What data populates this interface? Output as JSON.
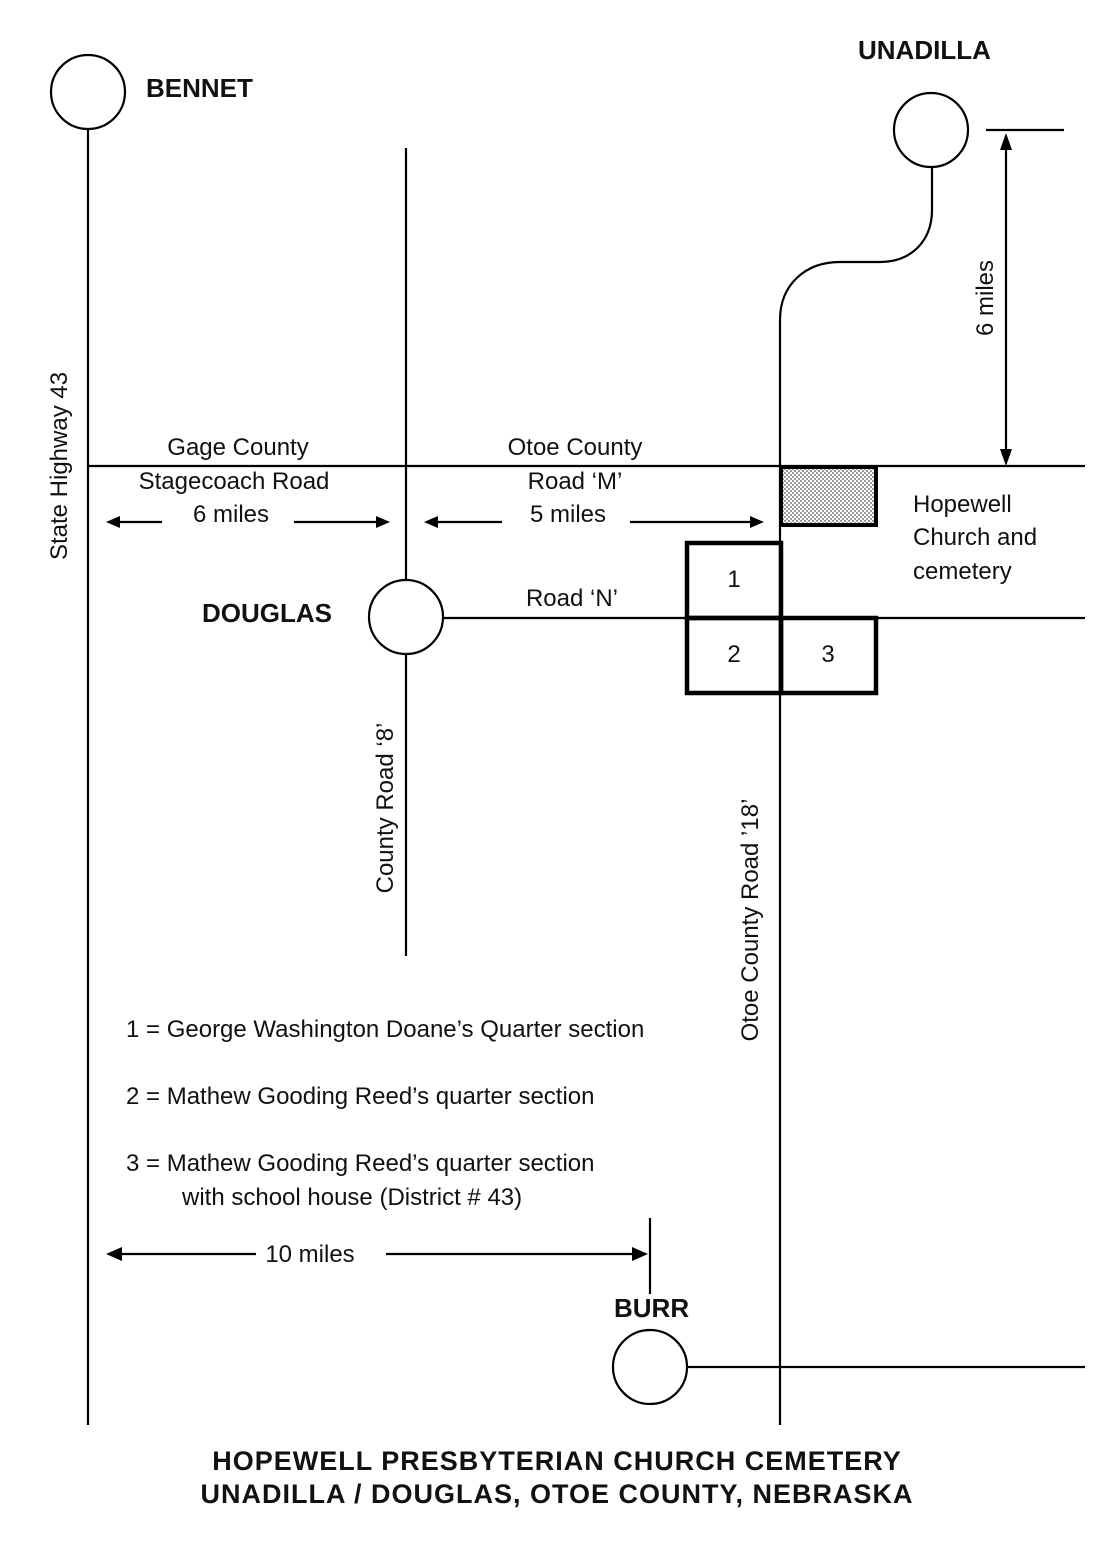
{
  "towns": {
    "bennet": "BENNET",
    "unadilla": "UNADILLA",
    "douglas": "DOUGLAS",
    "burr": "BURR"
  },
  "roads": {
    "highway": "State Highway 43",
    "gage_line1": "Gage County",
    "gage_line2": "Stagecoach Road",
    "gage_dist": "6 miles",
    "otoe_m_line1": "Otoe County",
    "otoe_m_line2": "Road ‘M’",
    "otoe_m_dist": "5 miles",
    "road_n": "Road ‘N’",
    "county_8": "County Road ‘8’",
    "otoe_18": "Otoe County Road ’18’",
    "unadilla_dist": "6 miles",
    "burr_dist": "10 miles"
  },
  "church": {
    "line1": "Hopewell",
    "line2": "Church and",
    "line3": "cemetery"
  },
  "sections": [
    "1",
    "2",
    "3"
  ],
  "legend": {
    "item1": "1 = George Washington Doane’s Quarter section",
    "item2": "2 = Mathew Gooding Reed’s quarter section",
    "item3_line1": "3 = Mathew Gooding Reed’s quarter section",
    "item3_line2": "with school house (District # 43)"
  },
  "title": {
    "line1": "HOPEWELL PRESBYTERIAN CHURCH CEMETERY",
    "line2": "UNADILLA / DOUGLAS, OTOE COUNTY, NEBRASKA"
  }
}
